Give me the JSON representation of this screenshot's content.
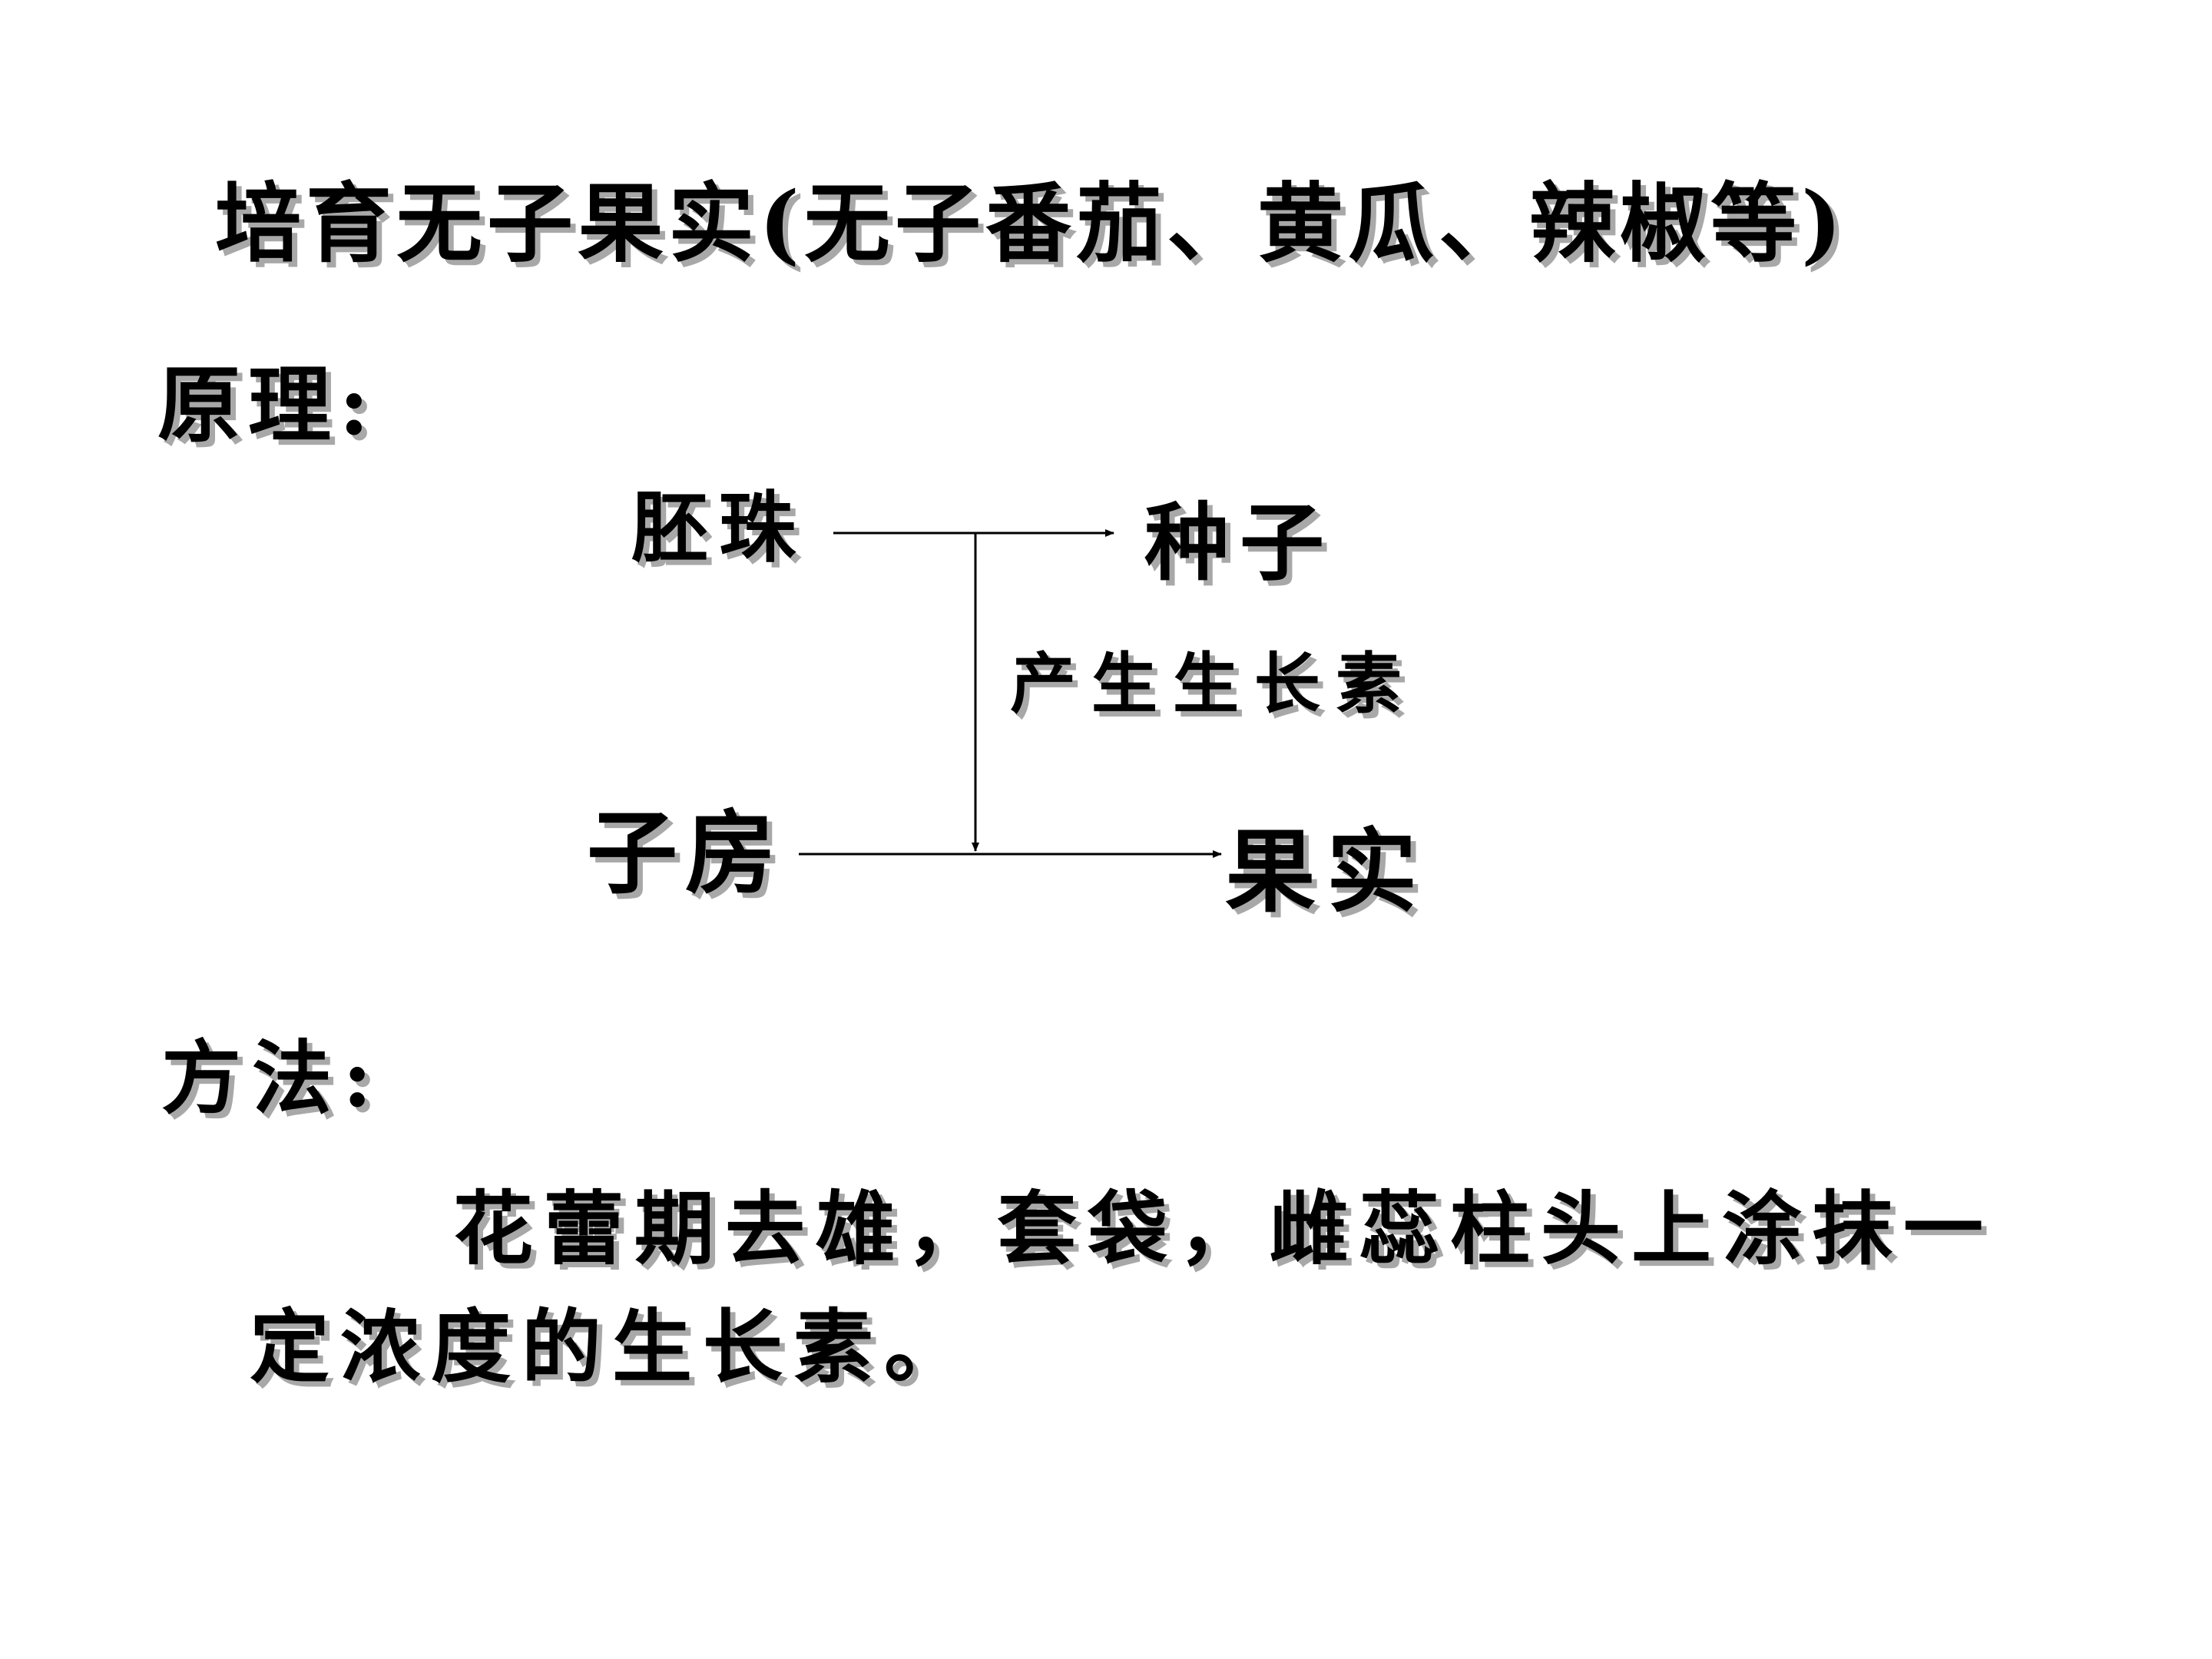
{
  "slide": {
    "title": "培育无子果实(无子番茄、黄瓜、辣椒等)",
    "principle_label": "原理:",
    "method_label": "方法:"
  },
  "diagram": {
    "ovule": "胚珠",
    "seed": "种子",
    "auxin": "产生生长素",
    "ovary": "子房",
    "fruit": "果实"
  },
  "method": {
    "line1": "花蕾期去雄，套袋，雌蕊柱头上涂抹一",
    "line2": "定浓度的生长素。"
  }
}
